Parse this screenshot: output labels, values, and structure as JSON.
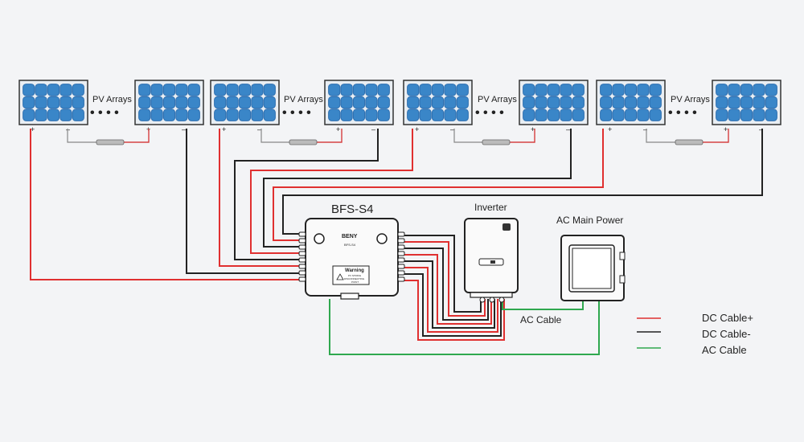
{
  "labels": {
    "pv_arrays": "PV Arrays",
    "combiner": "BFS-S4",
    "inverter": "Inverter",
    "ac_main_power": "AC Main Power",
    "ac_cable": "AC Cable"
  },
  "terminals": {
    "plus": "+",
    "minus": "–"
  },
  "combiner_box": {
    "brand": "BENY",
    "model": "BFS-S4",
    "warning_title": "Warning",
    "warning_text_1": "PV STRING",
    "warning_text_2": "DISCONNECTING",
    "warning_text_3": "POINT"
  },
  "legend": [
    {
      "label": "DC Cable+",
      "color": "#e03030"
    },
    {
      "label": "DC Cable-",
      "color": "#222222"
    },
    {
      "label": "AC Cable",
      "color": "#2fa84f"
    }
  ],
  "colors": {
    "panel": "#2e6fb0",
    "cell": "#3a86c8",
    "dc_plus": "#e03030",
    "dc_minus": "#222222",
    "ac": "#2fa84f"
  }
}
